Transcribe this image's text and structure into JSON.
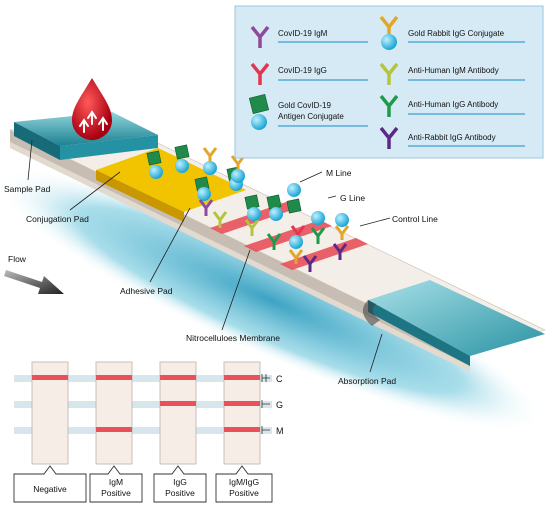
{
  "legend": {
    "items": [
      {
        "label": "CovID-19 IgM",
        "icon": "purple-antibody-icon",
        "color": "#8e4a9a"
      },
      {
        "label": "CovID-19 IgG",
        "icon": "red-antibody-icon",
        "color": "#e0364f"
      },
      {
        "label": "Gold CovID-19",
        "label2": "Antigen Conjugate",
        "icon": "antigen-conjugate-icon",
        "color": "#1f8a4a"
      },
      {
        "label": "Gold Rabbit IgG Conjugate",
        "icon": "gold-rabbit-conjugate-icon",
        "color": "#e0a72a"
      },
      {
        "label": "Anti-Human IgM Antibody",
        "icon": "yellow-green-antibody-icon",
        "color": "#b5c43a"
      },
      {
        "label": "Anti-Human IgG Antibody",
        "icon": "green-antibody-icon",
        "color": "#1f9a4a"
      },
      {
        "label": "Anti-Rabbit IgG Antibody",
        "icon": "dark-purple-antibody-icon",
        "color": "#5b2a86"
      }
    ]
  },
  "labels": {
    "sample_pad": "Sample Pad",
    "conjugation_pad": "Conjugation Pad",
    "flow": "Flow",
    "adhesive_pad": "Adhesive Pad",
    "nitrocellulose": "Nitrocelluloes Membrane",
    "absorption_pad": "Absorption Pad",
    "m_line": "M Line",
    "g_line": "G Line",
    "control_line": "Control Line"
  },
  "indicators": {
    "c": "C",
    "g": "G",
    "m": "M"
  },
  "results": [
    {
      "line1": "Negative",
      "line2": ""
    },
    {
      "line1": "IgM",
      "line2": "Positive"
    },
    {
      "line1": "IgG",
      "line2": "Positive"
    },
    {
      "line1": "IgM/IgG",
      "line2": "Positive"
    }
  ],
  "colors": {
    "strip": "#f2ece6",
    "pad_teal": "#1f8a96",
    "conjugation_yellow": "#f2c400",
    "test_line_red": "#e8505a",
    "legend_bg": "#d6eaf5",
    "legend_underline": "#3a9fd0",
    "shadow": "#2aa6c6"
  }
}
